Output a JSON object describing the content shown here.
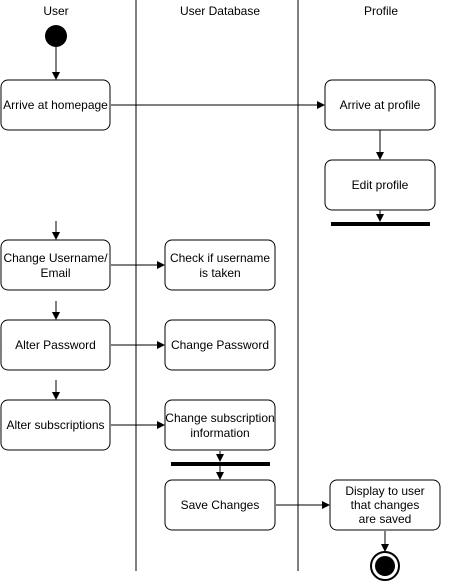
{
  "lanes": [
    {
      "id": "user",
      "title": "User"
    },
    {
      "id": "db",
      "title": "User Database"
    },
    {
      "id": "profile",
      "title": "Profile"
    }
  ],
  "nodes": {
    "arrive_home": {
      "lines": [
        "Arrive at homepage"
      ]
    },
    "arrive_profile": {
      "lines": [
        "Arrive at profile"
      ]
    },
    "edit_profile": {
      "lines": [
        "Edit profile"
      ]
    },
    "change_username": {
      "lines": [
        "Change Username/",
        "Email"
      ]
    },
    "check_username": {
      "lines": [
        "Check if username",
        "is taken"
      ]
    },
    "alter_password": {
      "lines": [
        "Alter Password"
      ]
    },
    "change_password": {
      "lines": [
        "Change Password"
      ]
    },
    "alter_subs": {
      "lines": [
        "Alter subscriptions"
      ]
    },
    "change_subs": {
      "lines": [
        "Change subscription",
        "information"
      ]
    },
    "save_changes": {
      "lines": [
        "Save Changes"
      ]
    },
    "display_saved": {
      "lines": [
        "Display to user",
        "that changes",
        "are saved"
      ]
    }
  },
  "colors": {
    "stroke": "#000000",
    "fill": "#ffffff"
  }
}
